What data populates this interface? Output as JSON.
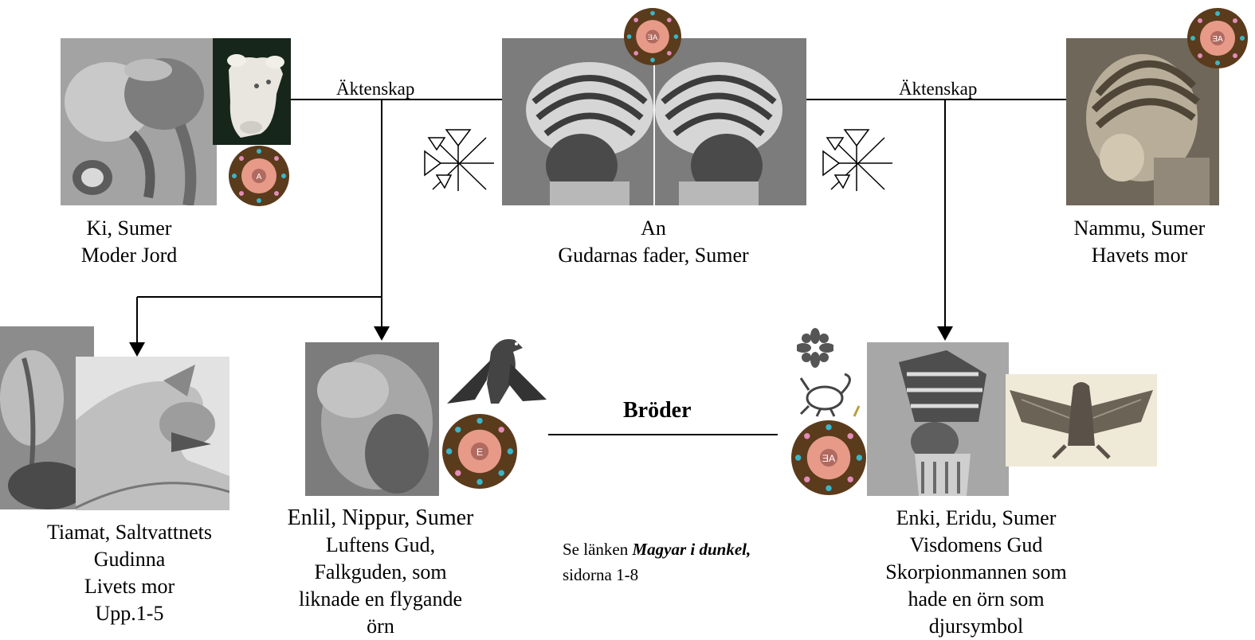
{
  "relations": {
    "marriage_left": "Äktenskap",
    "marriage_right": "Äktenskap",
    "brothers": "Bröder"
  },
  "figures": {
    "ki": {
      "lines": [
        "Ki, Sumer",
        "Moder Jord"
      ],
      "medal_text": "A"
    },
    "an": {
      "lines": [
        "An",
        "Gudarnas fader, Sumer"
      ],
      "medal_text": "ƎA"
    },
    "nammu": {
      "lines": [
        "Nammu, Sumer",
        "Havets mor"
      ],
      "medal_text": "ƎA"
    },
    "tiamat": {
      "lines": [
        "Tiamat, Saltvattnets",
        "Gudinna",
        "Livets mor",
        "Upp.1-5"
      ]
    },
    "enlil": {
      "lines": [
        "Enlil, Nippur, Sumer",
        "Luftens Gud,",
        "Falkguden, som",
        "liknade en flygande",
        "örn"
      ],
      "medal_text": "E"
    },
    "enki": {
      "lines": [
        "Enki, Eridu, Sumer",
        "Visdomens Gud",
        "Skorpionmannen som",
        "hade en örn som",
        "djursymbol"
      ],
      "medal_text": "ƎA"
    }
  },
  "note": {
    "prefix": "Se länken ",
    "link": "Magyar i dunkel,",
    "suffix": " sidorna 1-8"
  },
  "colors": {
    "medal_outer": "#5a3b1c",
    "medal_inner": "#e79a88",
    "dot_blue": "#39b6c8",
    "dot_pink": "#e48bb8",
    "line": "#000000"
  }
}
